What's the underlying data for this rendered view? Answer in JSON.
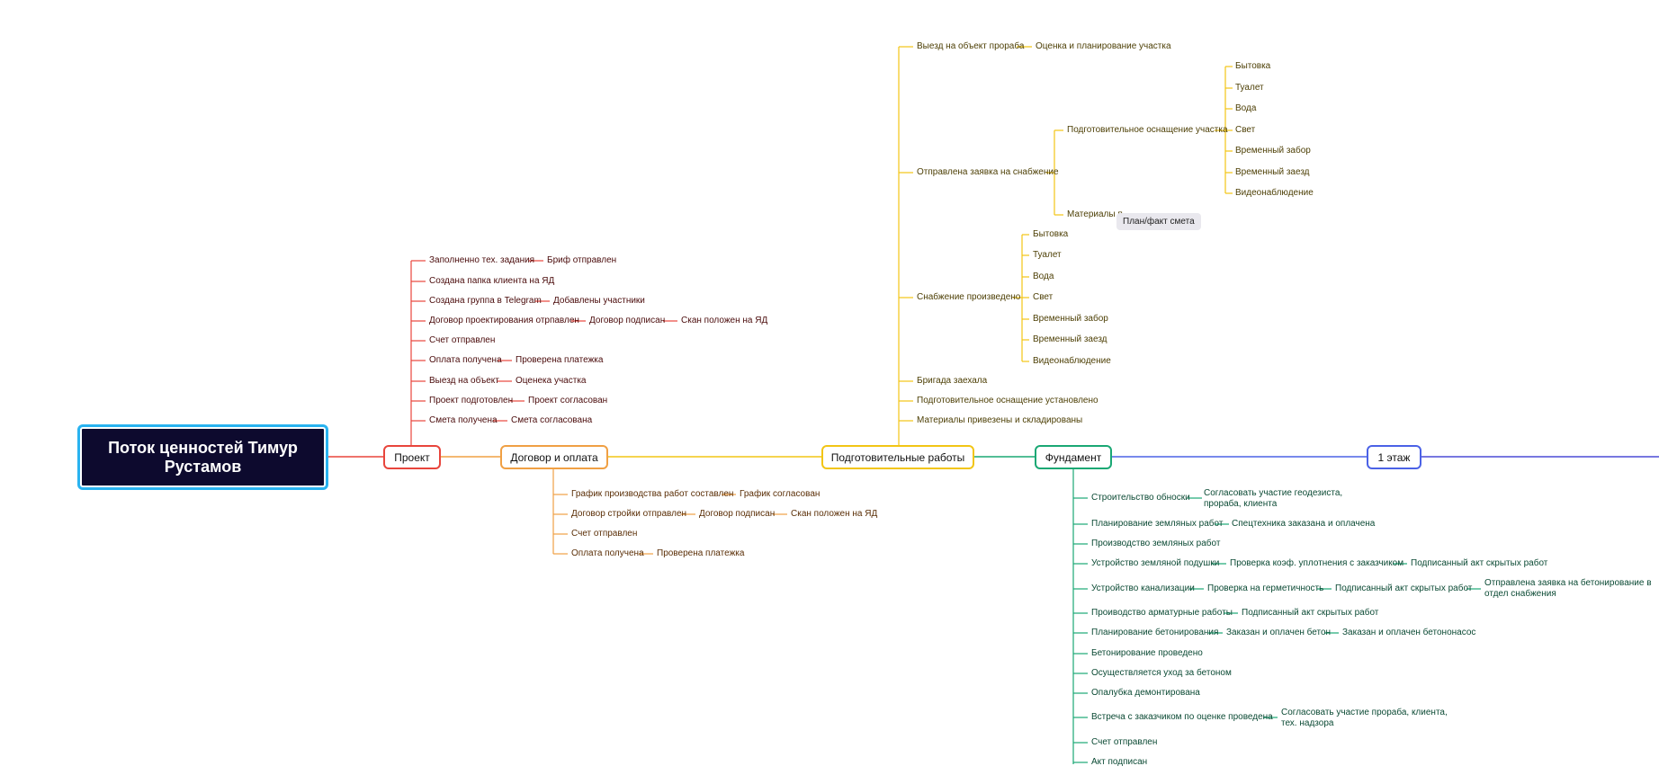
{
  "root": "Поток ценностей Тимур Рустамов",
  "stages": {
    "project": "Проект",
    "contract": "Договор и оплата",
    "prep": "Подготовительные работы",
    "foundation": "Фундамент",
    "floor1": "1 этаж"
  },
  "project": {
    "r1a": "Заполненно тех. задания",
    "r1b": "Бриф отправлен",
    "r2a": "Создана папка клиента на ЯД",
    "r3a": "Создана группа в Telegram",
    "r3b": "Добавлены участники",
    "r4a": "Договор проектирования отрпавлен",
    "r4b": "Договор подписан",
    "r4c": "Скан положен на ЯД",
    "r5a": "Счет отправлен",
    "r6a": "Оплата получена",
    "r6b": "Проверена платежка",
    "r7a": "Выезд на объект",
    "r7b": "Оценека участка",
    "r8a": "Проект подготовлен",
    "r8b": "Проект согласован",
    "r9a": "Смета получена",
    "r9b": "Смета согласована"
  },
  "contract": {
    "r1a": "График производства работ составлен",
    "r1b": "График согласован",
    "r2a": "Договор стройки отправлен",
    "r2b": "Договор подписан",
    "r2c": "Скан положен на ЯД",
    "r3a": "Счет отправлен",
    "r4a": "Оплата получена",
    "r4b": "Проверена платежка"
  },
  "prep": {
    "visit": "Выезд на объект прораба",
    "visit_b": "Оценка и планирование участка",
    "request": "Отправлена заявка на снабжение",
    "equip": "Подготовительное оснащение участка",
    "materials": "Материалы п",
    "supplied": "Снабжение произведено",
    "crew": "Бригада заехала",
    "equip_done": "Подготовительное оснащение установлено",
    "materials_done": "Материалы привезены и складированы",
    "items": [
      "Бытовка",
      "Туалет",
      "Вода",
      "Свет",
      "Временный забор",
      "Временный заезд",
      "Видеонаблюдение"
    ],
    "tooltip": "План/факт смета"
  },
  "foundation": {
    "r1a": "Строительство обноски",
    "r1b": "Согласовать участие геодезиста, прораба, клиента",
    "r2a": "Планирование земляных работ",
    "r2b": "Спецтехника заказана и оплачена",
    "r3a": "Производство земляных работ",
    "r4a": "Устройство земляной подушки",
    "r4b": "Проверка коэф. уплотнения с заказчиком",
    "r4c": "Подписанный акт скрытых работ",
    "r5a": "Устройство канализации",
    "r5b": "Проверка на герметичность",
    "r5c": "Подписанный акт скрытых работ",
    "r5d": "Отправлена заявка на бетонирование в отдел снабжения",
    "r6a": "Проиводство арматурные работы",
    "r6b": "Подписанный акт скрытых работ",
    "r7a": "Планирование бетонирования",
    "r7b": "Заказан и оплачен бетон",
    "r7c": "Заказан и оплачен бетононасос",
    "r8a": "Бетонирование проведено",
    "r9a": "Осуществляется уход за бетоном",
    "r10a": "Опалубка демонтирована",
    "r11a": "Встреча с заказчиком по оценке проведена",
    "r11b": "Согласовать участие прораба, клиента, тех. надзора",
    "r12a": "Счет отправлен",
    "r13a": "Акт подписан"
  },
  "colors": {
    "red": "#e8453c",
    "orange": "#f0a044",
    "yellow": "#f2c515",
    "green": "#1aa874",
    "blue": "#4b62e6",
    "root_outline": "#29b3f0"
  }
}
